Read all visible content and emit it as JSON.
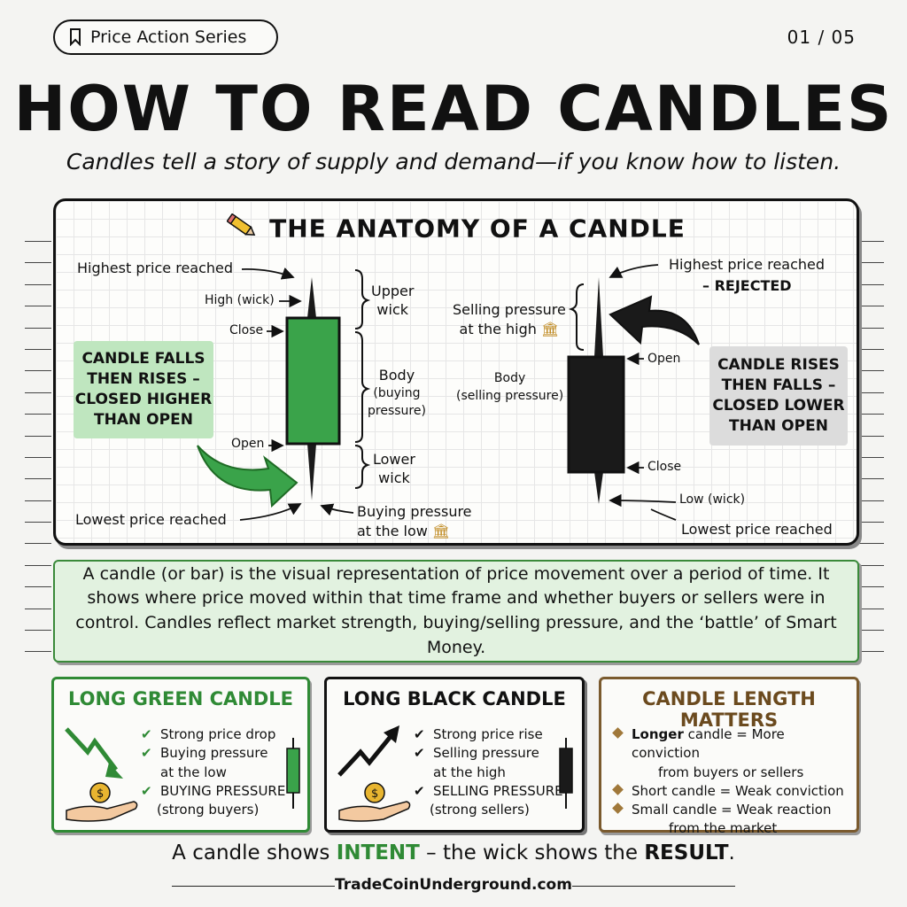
{
  "header": {
    "series_label": "Price Action Series",
    "page_indicator": "01 / 05",
    "title": "HOW TO READ CANDLES",
    "subtitle": "Candles tell a story of supply and demand—if you know how to listen."
  },
  "anatomy": {
    "title": "THE ANATOMY OF A CANDLE",
    "green_candle": {
      "highest_price": "Highest price reached",
      "high_wick": "High (wick)",
      "close": "Close",
      "open": "Open",
      "lowest_price": "Lowest price reached",
      "upper_wick": [
        "Upper",
        "wick"
      ],
      "body": [
        "Body",
        "(buying",
        "pressure)"
      ],
      "lower_wick": [
        "Lower",
        "wick"
      ],
      "buying_pressure": [
        "Buying pressure",
        "at the low"
      ],
      "note": [
        "CANDLE FALLS",
        "THEN RISES –",
        "CLOSED HIGHER",
        "THAN OPEN"
      ]
    },
    "black_candle": {
      "highest_price": "Highest price reached",
      "rejected": "– REJECTED",
      "selling_pressure": [
        "Selling pressure",
        "at the high"
      ],
      "body": [
        "Body",
        "(selling pressure)"
      ],
      "open": "Open",
      "close": "Close",
      "low_wick": "Low (wick)",
      "lowest_price": "Lowest price reached",
      "note": [
        "CANDLE RISES",
        "THEN FALLS –",
        "CLOSED LOWER",
        "THAN OPEN"
      ]
    }
  },
  "definition": "A candle (or bar) is the visual representation of price movement over a period of time. It shows where price moved within that time frame and whether buyers or sellers were in control. Candles reflect market strength, buying/selling pressure, and the ‘battle’ of Smart Money.",
  "cards": {
    "green": {
      "title": "LONG GREEN CANDLE",
      "items": [
        "Strong price drop",
        "Buying pressure",
        "at the low",
        "BUYING PRESSURE",
        "(strong buyers)"
      ]
    },
    "black": {
      "title": "LONG BLACK CANDLE",
      "items": [
        "Strong price rise",
        "Selling pressure",
        "at the high",
        "SELLING PRESSURE",
        "(strong sellers)"
      ]
    },
    "length": {
      "title": "CANDLE LENGTH MATTERS",
      "item1_bold": "Longer",
      "item1_rest": " candle = More conviction",
      "item1_line2": "from buyers or sellers",
      "item2": "Short candle = Weak conviction",
      "item3": "Small candle = Weak reaction",
      "item3_line2": "from the market"
    }
  },
  "tagline": {
    "prefix": "A candle shows ",
    "intent": "INTENT",
    "middle": " – the wick shows the ",
    "result": "RESULT",
    "suffix": "."
  },
  "footer": "TradeCoinUnderground.com",
  "colors": {
    "green": "#3aa34a",
    "dark_green": "#2f8a35",
    "black": "#1a1a1a",
    "brown": "#7a5a2e"
  }
}
